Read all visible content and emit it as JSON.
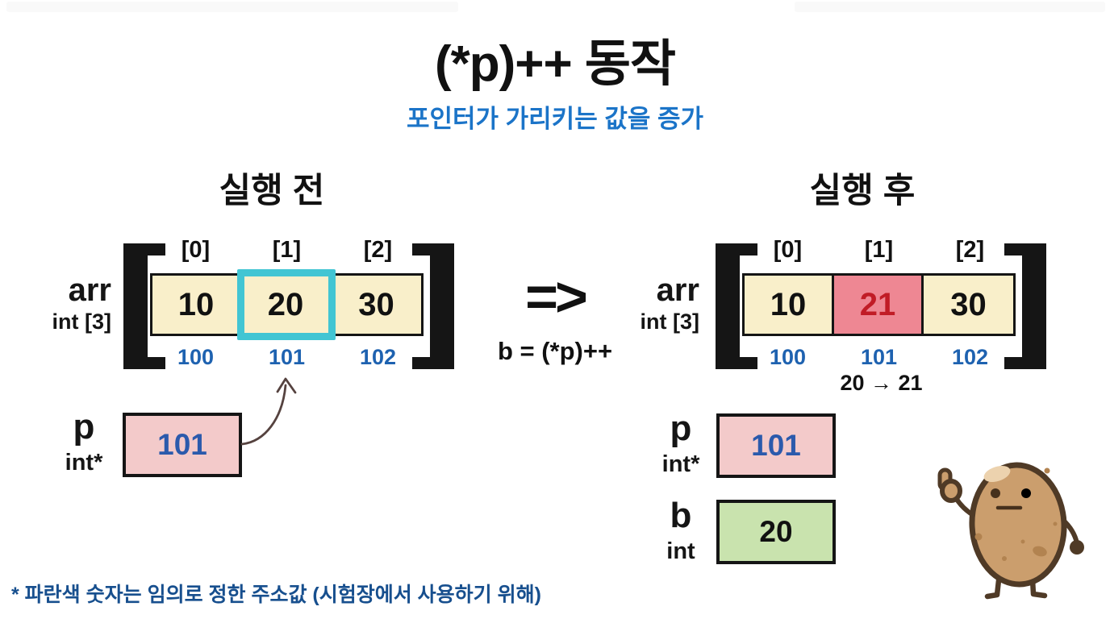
{
  "title": "(*p)++ 동작",
  "subtitle": "포인터가 가리키는 값을 증가",
  "middle": {
    "operator": "=>",
    "expression": "b = (*p)++"
  },
  "before": {
    "heading": "실행 전",
    "array": {
      "name": "arr",
      "type": "int [3]",
      "indices": [
        "[0]",
        "[1]",
        "[2]"
      ],
      "values": [
        "10",
        "20",
        "30"
      ],
      "addresses": [
        "100",
        "101",
        "102"
      ],
      "highlighted_index": 1
    },
    "pointer": {
      "name": "p",
      "type": "int*",
      "value": "101"
    }
  },
  "after": {
    "heading": "실행 후",
    "array": {
      "name": "arr",
      "type": "int [3]",
      "indices": [
        "[0]",
        "[1]",
        "[2]"
      ],
      "values": [
        "10",
        "21",
        "30"
      ],
      "addresses": [
        "100",
        "101",
        "102"
      ],
      "changed_index": 1,
      "change_note": "20 → 21"
    },
    "pointer": {
      "name": "p",
      "type": "int*",
      "value": "101"
    },
    "result": {
      "name": "b",
      "type": "int",
      "value": "20"
    }
  },
  "footnote": "* 파란색 숫자는 임의로 정한 주소값 (시험장에서 사용하기 위해)",
  "icons": {
    "mascot": "potato-thumbs-up-icon",
    "pointer_arrow": "curved-arrow-icon"
  },
  "colors": {
    "accent_blue": "#1b74c8",
    "address_blue": "#1e62b0",
    "cell_cream": "#f9efca",
    "highlight_cyan": "#42c5d3",
    "changed_cell_bg": "#ee8793",
    "changed_cell_text": "#c11c26",
    "pointer_pink": "#f3caca",
    "result_green": "#c9e3ae",
    "footnote_blue": "#174f8e"
  }
}
